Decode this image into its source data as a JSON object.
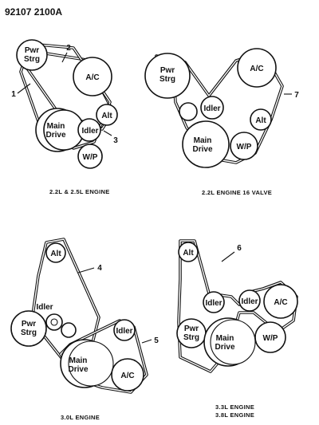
{
  "document_id": "92107 2100A",
  "panels": [
    {
      "caption": "2.2L & 2.5L ENGINE",
      "pulleys": [
        {
          "label": "Pwr Strg"
        },
        {
          "label": "A/C"
        },
        {
          "label": "Alt"
        },
        {
          "label": "Idler"
        },
        {
          "label": "Main Drive"
        },
        {
          "label": "W/P"
        }
      ],
      "callouts": [
        "1",
        "2",
        "3"
      ]
    },
    {
      "caption": "2.2L ENGINE 16 VALVE",
      "pulleys": [
        {
          "label": "Pwr Strg"
        },
        {
          "label": "A/C"
        },
        {
          "label": "Idler"
        },
        {
          "label": "Alt"
        },
        {
          "label": "Main Drive"
        },
        {
          "label": "W/P"
        }
      ],
      "callouts": [
        "7"
      ]
    },
    {
      "caption": "3.0L ENGINE",
      "pulleys": [
        {
          "label": "Alt"
        },
        {
          "label": "Idler"
        },
        {
          "label": "Pwr Strg"
        },
        {
          "label": "Idler"
        },
        {
          "label": "Main Drive"
        },
        {
          "label": "A/C"
        }
      ],
      "callouts": [
        "4",
        "5"
      ]
    },
    {
      "caption": [
        "3.3L ENGINE",
        "3.8L ENGINE"
      ],
      "pulleys": [
        {
          "label": "Alt"
        },
        {
          "label": "Idler"
        },
        {
          "label": "Idler"
        },
        {
          "label": "A/C"
        },
        {
          "label": "Pwr Strg"
        },
        {
          "label": "Main Drive"
        },
        {
          "label": "W/P"
        }
      ],
      "callouts": [
        "6"
      ]
    }
  ]
}
